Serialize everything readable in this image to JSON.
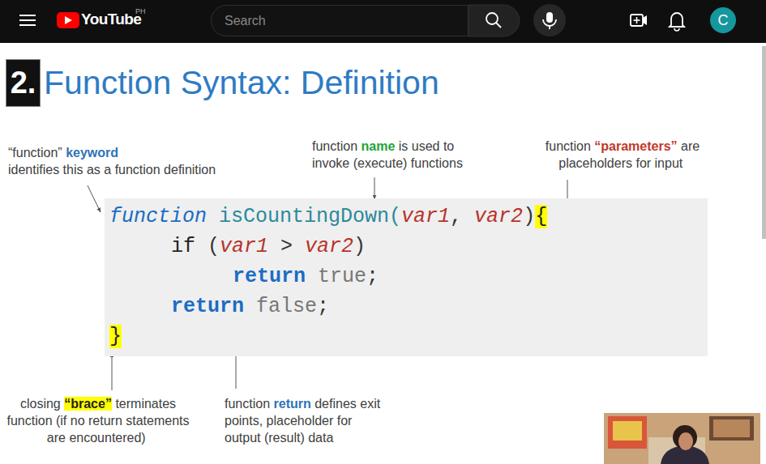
{
  "diagram": {
    "title": "Function Syntax: Definition",
    "nodes": [
      {
        "text": [
          "Search"
        ]
      },
      {
        "text": [
          "C"
        ]
      },
      {
        "text": [
          "2."
        ]
      },
      {
        "text": [
          "function",
          "isCountingDown(",
          "var1",
          ",",
          "var2",
          ")",
          "{",
          "if",
          "(",
          "var1",
          ">",
          "var2",
          ")",
          "return",
          "true",
          ";",
          "return",
          "false",
          ";",
          "}"
        ]
      }
    ],
    "labels": [
      "YouTube",
      "PH",
      "“function”",
      "keyword",
      "identifies this as a function definition",
      "function",
      "name",
      "is used to invoke (execute) functions",
      "function",
      "“parameters”",
      "are placeholders for input",
      "closing",
      "“brace”",
      "terminates function (if no return statements are encountered)",
      "function",
      "return",
      "defines exit points, placeholder for output (result) data"
    ]
  }
}
